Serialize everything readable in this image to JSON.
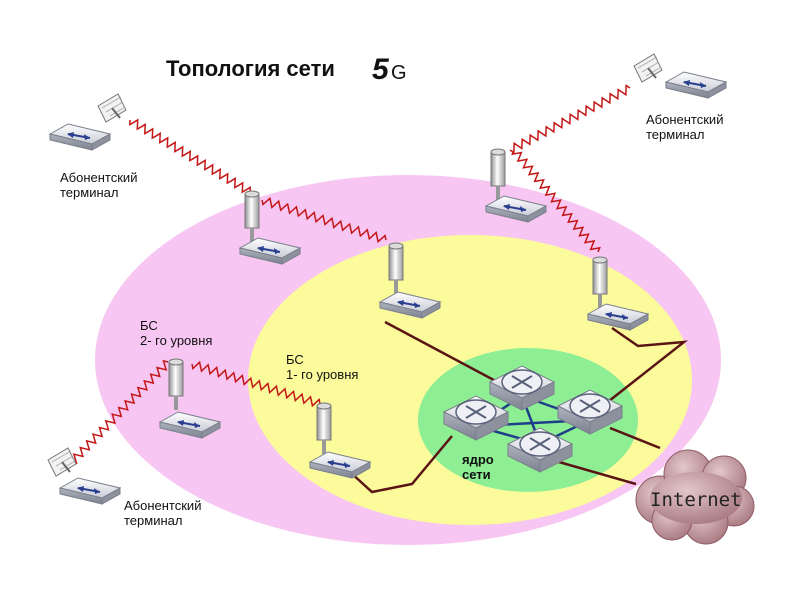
{
  "title": {
    "text": "Топология сети",
    "logo_digit": "5",
    "logo_letter": "G"
  },
  "labels": {
    "terminal_top_left_1": "Абонентский",
    "terminal_top_left_2": "терминал",
    "terminal_top_right_1": "Абонентский",
    "terminal_top_right_2": "терминал",
    "terminal_bottom_left_1": "Абонентский",
    "terminal_bottom_left_2": "терминал",
    "bs2_1": "БС",
    "bs2_2": "2- го уровня",
    "bs1_1": "БС",
    "bs1_2": "1- го уровня",
    "core_1": "ядро",
    "core_2": "сети",
    "internet": "Internet"
  },
  "colors": {
    "outer_zone": "#f7c6f2",
    "middle_zone": "#fbfb9c",
    "core_zone": "#8eee94",
    "wireless_link": "#c41616",
    "wired_link": "#5a1414",
    "core_link": "#1e3d8a",
    "cloud": "#b8878f"
  }
}
